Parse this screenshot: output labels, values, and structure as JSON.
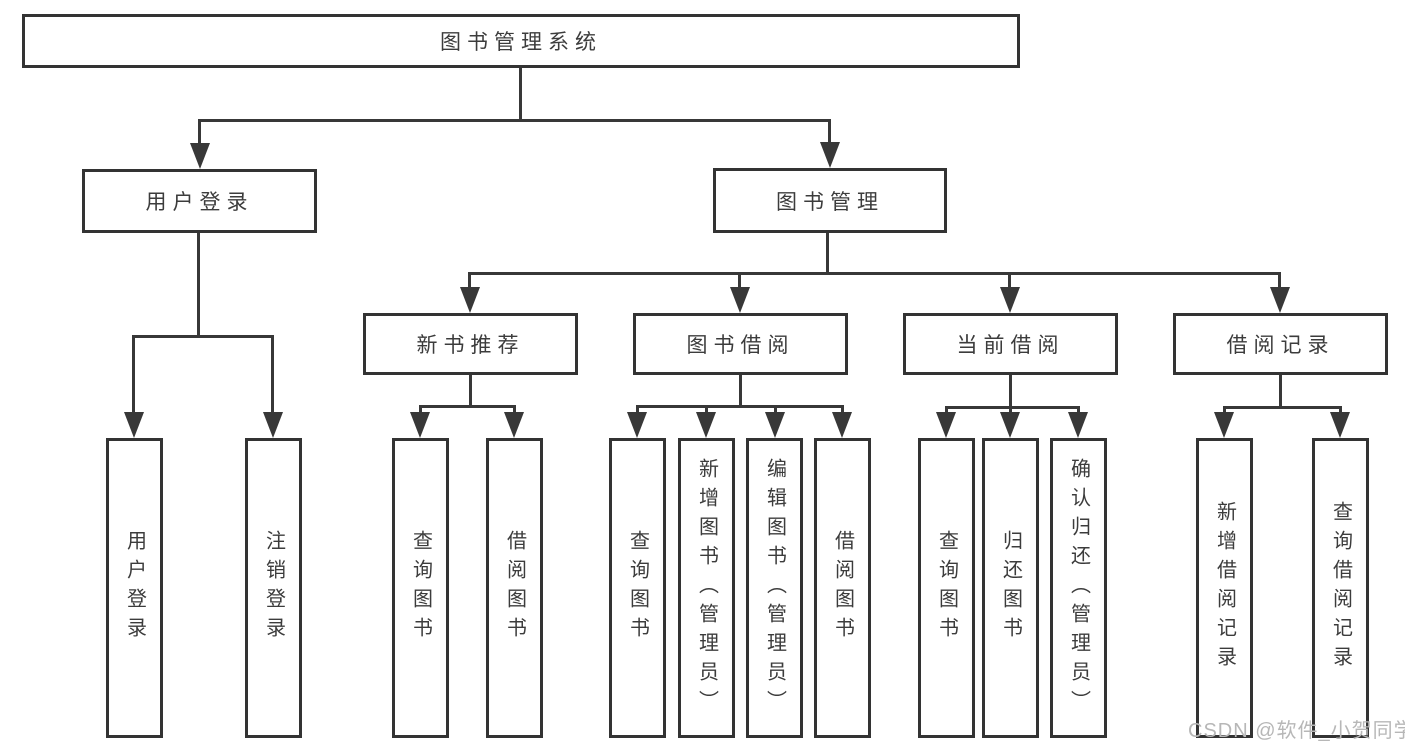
{
  "diagram": {
    "title_node": "图书管理系统",
    "level2": {
      "user_login": "用户登录",
      "book_management": "图书管理"
    },
    "level3": {
      "new_book_recommend": "新书推荐",
      "book_borrow": "图书借阅",
      "current_borrow": "当前借阅",
      "borrow_records": "借阅记录"
    },
    "leaves": {
      "user_login_children": [
        "用户登录",
        "注销登录"
      ],
      "new_book_children": [
        "查询图书",
        "借阅图书"
      ],
      "borrow_children": [
        "查询图书",
        "新增图书（管理员）",
        "编辑图书（管理员）",
        "借阅图书"
      ],
      "current_children": [
        "查询图书",
        "归还图书",
        "确认归还（管理员）"
      ],
      "records_children": [
        "新增借阅记录",
        "查询借阅记录"
      ]
    }
  },
  "watermark": "CSDN @软件_小贺同学",
  "colors": {
    "line": "#383838",
    "border": "#333333",
    "text": "#3c3c3c",
    "watermark": "#b7b7b7",
    "background": "#ffffff"
  }
}
